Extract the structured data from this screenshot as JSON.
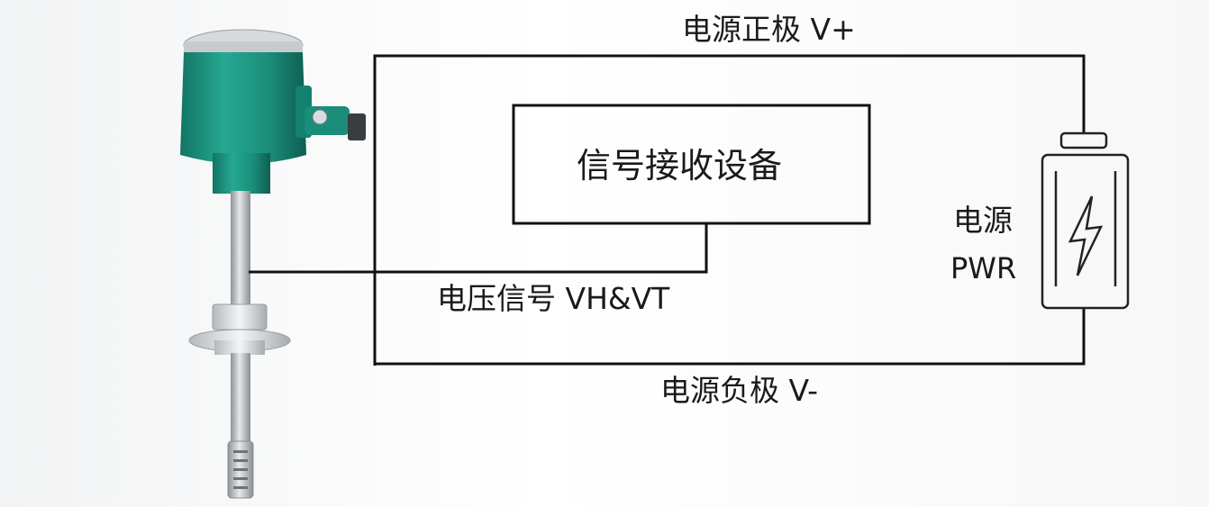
{
  "labels": {
    "positive": "电源正极 V+",
    "negative": "电源负极 V-",
    "signal": "电压信号 VH&VT",
    "receiver": "信号接收设备",
    "power_cn": "电源",
    "power_en": "PWR"
  },
  "icons": {
    "sensor": "transmitter-sensor-icon",
    "battery": "battery-icon",
    "lightning": "lightning-bolt-icon"
  },
  "colors": {
    "wire": "#111111",
    "sensor_head": "#1f9a86",
    "sensor_rod": "#b9bcc0"
  }
}
